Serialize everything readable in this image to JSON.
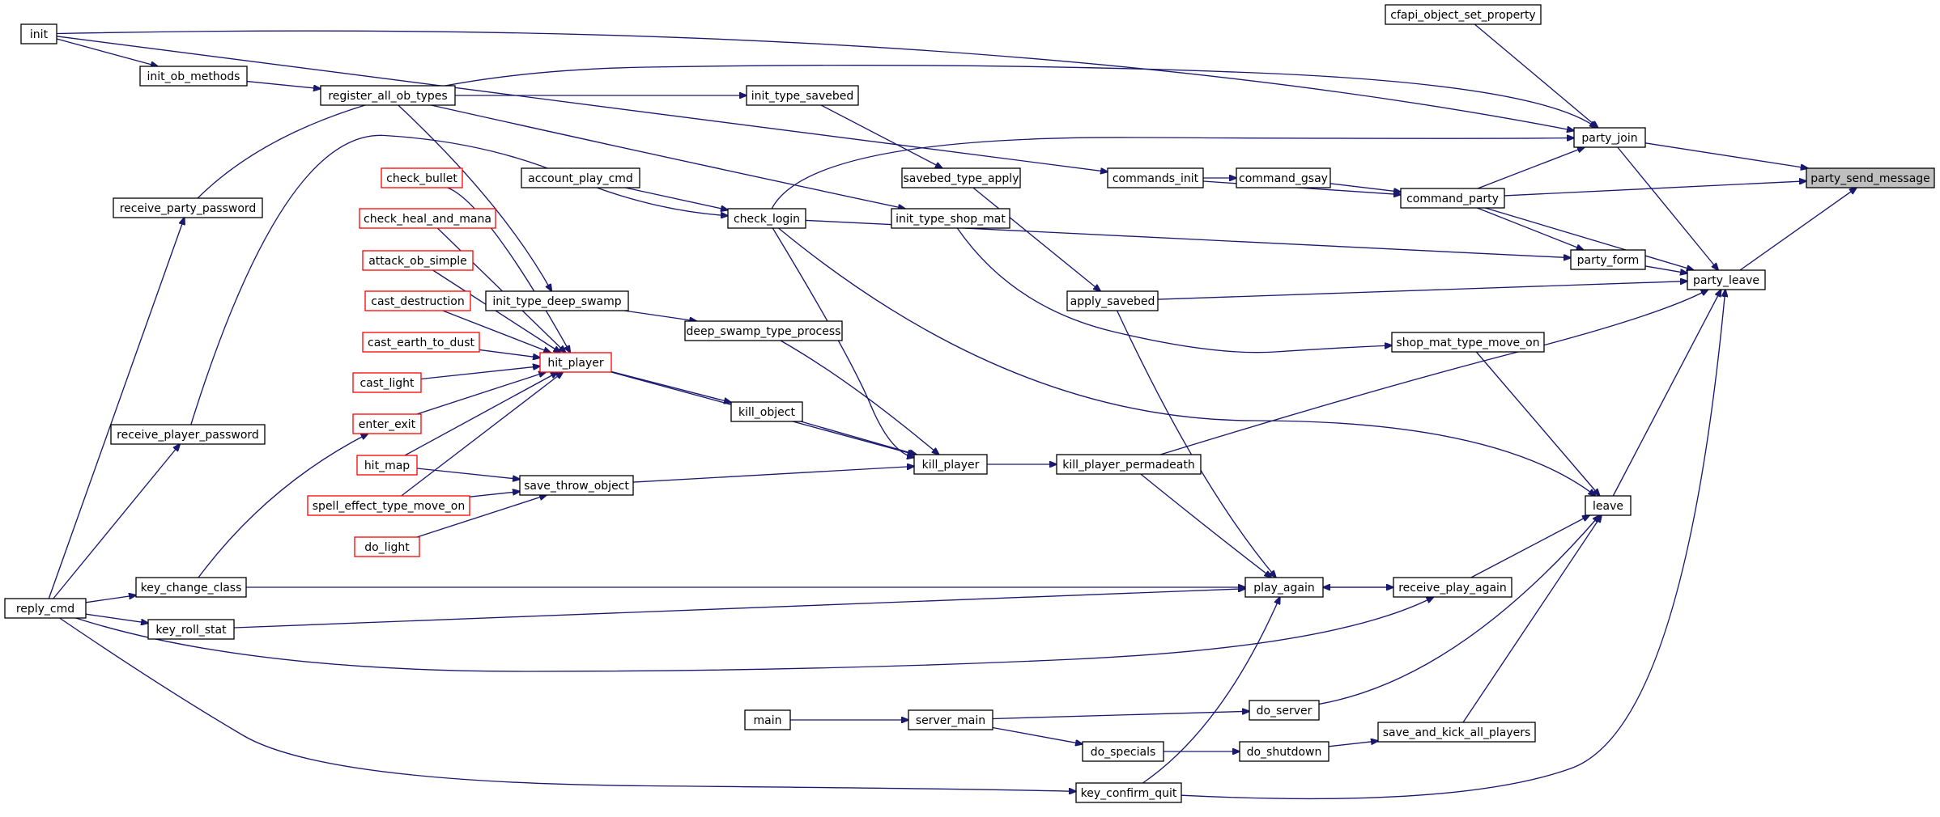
{
  "diagram": {
    "colors": {
      "edge": "#191970",
      "normal_border": "#000000",
      "truncated_border": "#ff0000",
      "root_fill": "#bfbfbf",
      "background": "#ffffff"
    },
    "nodes": [
      {
        "id": "init",
        "label": "init"
      },
      {
        "id": "init_ob_methods",
        "label": "init_ob_methods"
      },
      {
        "id": "register_all_ob_types",
        "label": "register_all_ob_types"
      },
      {
        "id": "init_type_savebed",
        "label": "init_type_savebed"
      },
      {
        "id": "cfapi_object_set_property",
        "label": "cfapi_object_set_property"
      },
      {
        "id": "party_join",
        "label": "party_join"
      },
      {
        "id": "party_send_message",
        "label": "party_send_message",
        "root": true
      },
      {
        "id": "command_party",
        "label": "command_party"
      },
      {
        "id": "command_gsay",
        "label": "command_gsay"
      },
      {
        "id": "commands_init",
        "label": "commands_init"
      },
      {
        "id": "savebed_type_apply",
        "label": "savebed_type_apply"
      },
      {
        "id": "account_play_cmd",
        "label": "account_play_cmd"
      },
      {
        "id": "check_bullet",
        "label": "check_bullet",
        "truncated": true
      },
      {
        "id": "receive_party_password",
        "label": "receive_party_password"
      },
      {
        "id": "check_heal_and_mana",
        "label": "check_heal_and_mana",
        "truncated": true
      },
      {
        "id": "check_login",
        "label": "check_login"
      },
      {
        "id": "init_type_shop_mat",
        "label": "init_type_shop_mat"
      },
      {
        "id": "party_form",
        "label": "party_form"
      },
      {
        "id": "party_leave",
        "label": "party_leave"
      },
      {
        "id": "attack_ob_simple",
        "label": "attack_ob_simple",
        "truncated": true
      },
      {
        "id": "init_type_deep_swamp",
        "label": "init_type_deep_swamp"
      },
      {
        "id": "apply_savebed",
        "label": "apply_savebed"
      },
      {
        "id": "cast_destruction",
        "label": "cast_destruction",
        "truncated": true
      },
      {
        "id": "deep_swamp_type_process",
        "label": "deep_swamp_type_process"
      },
      {
        "id": "cast_earth_to_dust",
        "label": "cast_earth_to_dust",
        "truncated": true
      },
      {
        "id": "shop_mat_type_move_on",
        "label": "shop_mat_type_move_on"
      },
      {
        "id": "hit_player",
        "label": "hit_player",
        "truncated": true
      },
      {
        "id": "cast_light",
        "label": "cast_light",
        "truncated": true
      },
      {
        "id": "kill_object",
        "label": "kill_object"
      },
      {
        "id": "enter_exit",
        "label": "enter_exit",
        "truncated": true
      },
      {
        "id": "receive_player_password",
        "label": "receive_player_password"
      },
      {
        "id": "hit_map",
        "label": "hit_map",
        "truncated": true
      },
      {
        "id": "kill_player",
        "label": "kill_player"
      },
      {
        "id": "kill_player_permadeath",
        "label": "kill_player_permadeath"
      },
      {
        "id": "save_throw_object",
        "label": "save_throw_object"
      },
      {
        "id": "spell_effect_type_move_on",
        "label": "spell_effect_type_move_on",
        "truncated": true
      },
      {
        "id": "leave",
        "label": "leave"
      },
      {
        "id": "do_light",
        "label": "do_light",
        "truncated": true
      },
      {
        "id": "key_change_class",
        "label": "key_change_class"
      },
      {
        "id": "play_again",
        "label": "play_again"
      },
      {
        "id": "receive_play_again",
        "label": "receive_play_again"
      },
      {
        "id": "reply_cmd",
        "label": "reply_cmd"
      },
      {
        "id": "key_roll_stat",
        "label": "key_roll_stat"
      },
      {
        "id": "main",
        "label": "main"
      },
      {
        "id": "server_main",
        "label": "server_main"
      },
      {
        "id": "do_server",
        "label": "do_server"
      },
      {
        "id": "save_and_kick_all_players",
        "label": "save_and_kick_all_players"
      },
      {
        "id": "do_specials",
        "label": "do_specials"
      },
      {
        "id": "do_shutdown",
        "label": "do_shutdown"
      },
      {
        "id": "key_confirm_quit",
        "label": "key_confirm_quit"
      }
    ],
    "edges": [
      {
        "from": "party_join",
        "to": "party_send_message"
      },
      {
        "from": "command_party",
        "to": "party_send_message"
      },
      {
        "from": "party_leave",
        "to": "party_send_message"
      },
      {
        "from": "init",
        "to": "party_join"
      },
      {
        "from": "cfapi_object_set_property",
        "to": "party_join"
      },
      {
        "from": "command_party",
        "to": "party_join"
      },
      {
        "from": "check_login",
        "to": "party_join"
      },
      {
        "from": "init",
        "to": "init_ob_methods"
      },
      {
        "from": "init",
        "to": "commands_init"
      },
      {
        "from": "init_ob_methods",
        "to": "register_all_ob_types"
      },
      {
        "from": "register_all_ob_types",
        "to": "init_type_savebed"
      },
      {
        "from": "register_all_ob_types",
        "to": "init_type_shop_mat"
      },
      {
        "from": "register_all_ob_types",
        "to": "init_type_deep_swamp"
      },
      {
        "from": "init_type_savebed",
        "to": "savebed_type_apply"
      },
      {
        "from": "savebed_type_apply",
        "to": "apply_savebed"
      },
      {
        "from": "commands_init",
        "to": "command_gsay"
      },
      {
        "from": "commands_init",
        "to": "command_party"
      },
      {
        "from": "command_gsay",
        "to": "command_party"
      },
      {
        "from": "receive_party_password",
        "to": "party_join"
      },
      {
        "from": "reply_cmd",
        "to": "receive_party_password"
      },
      {
        "from": "account_play_cmd",
        "to": "check_login"
      },
      {
        "from": "receive_player_password",
        "to": "check_login"
      },
      {
        "from": "check_login",
        "to": "party_form"
      },
      {
        "from": "command_party",
        "to": "party_form"
      },
      {
        "from": "party_form",
        "to": "party_leave"
      },
      {
        "from": "command_party",
        "to": "party_leave"
      },
      {
        "from": "party_join",
        "to": "party_leave"
      },
      {
        "from": "apply_savebed",
        "to": "party_leave"
      },
      {
        "from": "kill_player_permadeath",
        "to": "party_leave"
      },
      {
        "from": "leave",
        "to": "party_leave"
      },
      {
        "from": "key_confirm_quit",
        "to": "party_leave"
      },
      {
        "from": "init_type_shop_mat",
        "to": "shop_mat_type_move_on"
      },
      {
        "from": "shop_mat_type_move_on",
        "to": "leave"
      },
      {
        "from": "check_login",
        "to": "leave"
      },
      {
        "from": "receive_play_again",
        "to": "leave"
      },
      {
        "from": "do_server",
        "to": "leave"
      },
      {
        "from": "save_and_kick_all_players",
        "to": "leave"
      },
      {
        "from": "init_type_deep_swamp",
        "to": "deep_swamp_type_process"
      },
      {
        "from": "deep_swamp_type_process",
        "to": "kill_player"
      },
      {
        "from": "check_bullet",
        "to": "hit_player"
      },
      {
        "from": "check_heal_and_mana",
        "to": "hit_player"
      },
      {
        "from": "attack_ob_simple",
        "to": "hit_player"
      },
      {
        "from": "cast_destruction",
        "to": "hit_player"
      },
      {
        "from": "cast_earth_to_dust",
        "to": "hit_player"
      },
      {
        "from": "cast_light",
        "to": "hit_player"
      },
      {
        "from": "enter_exit",
        "to": "hit_player"
      },
      {
        "from": "hit_map",
        "to": "hit_player"
      },
      {
        "from": "spell_effect_type_move_on",
        "to": "hit_player"
      },
      {
        "from": "hit_player",
        "to": "kill_object"
      },
      {
        "from": "hit_player",
        "to": "kill_player"
      },
      {
        "from": "kill_object",
        "to": "kill_player"
      },
      {
        "from": "check_login",
        "to": "kill_player"
      },
      {
        "from": "save_throw_object",
        "to": "kill_player"
      },
      {
        "from": "kill_player",
        "to": "kill_player_permadeath"
      },
      {
        "from": "kill_player_permadeath",
        "to": "play_again"
      },
      {
        "from": "apply_savebed",
        "to": "play_again"
      },
      {
        "from": "hit_map",
        "to": "save_throw_object"
      },
      {
        "from": "spell_effect_type_move_on",
        "to": "save_throw_object"
      },
      {
        "from": "do_light",
        "to": "save_throw_object"
      },
      {
        "from": "key_change_class",
        "to": "enter_exit"
      },
      {
        "from": "key_change_class",
        "to": "play_again"
      },
      {
        "from": "key_roll_stat",
        "to": "play_again"
      },
      {
        "from": "play_again",
        "to": "receive_play_again"
      },
      {
        "from": "receive_play_again",
        "to": "play_again"
      },
      {
        "from": "reply_cmd",
        "to": "receive_play_again"
      },
      {
        "from": "reply_cmd",
        "to": "receive_player_password"
      },
      {
        "from": "reply_cmd",
        "to": "key_change_class"
      },
      {
        "from": "reply_cmd",
        "to": "key_roll_stat"
      },
      {
        "from": "reply_cmd",
        "to": "key_confirm_quit"
      },
      {
        "from": "key_confirm_quit",
        "to": "play_again"
      },
      {
        "from": "main",
        "to": "server_main"
      },
      {
        "from": "server_main",
        "to": "do_server"
      },
      {
        "from": "server_main",
        "to": "do_specials"
      },
      {
        "from": "do_specials",
        "to": "do_shutdown"
      },
      {
        "from": "do_shutdown",
        "to": "save_and_kick_all_players"
      }
    ]
  }
}
